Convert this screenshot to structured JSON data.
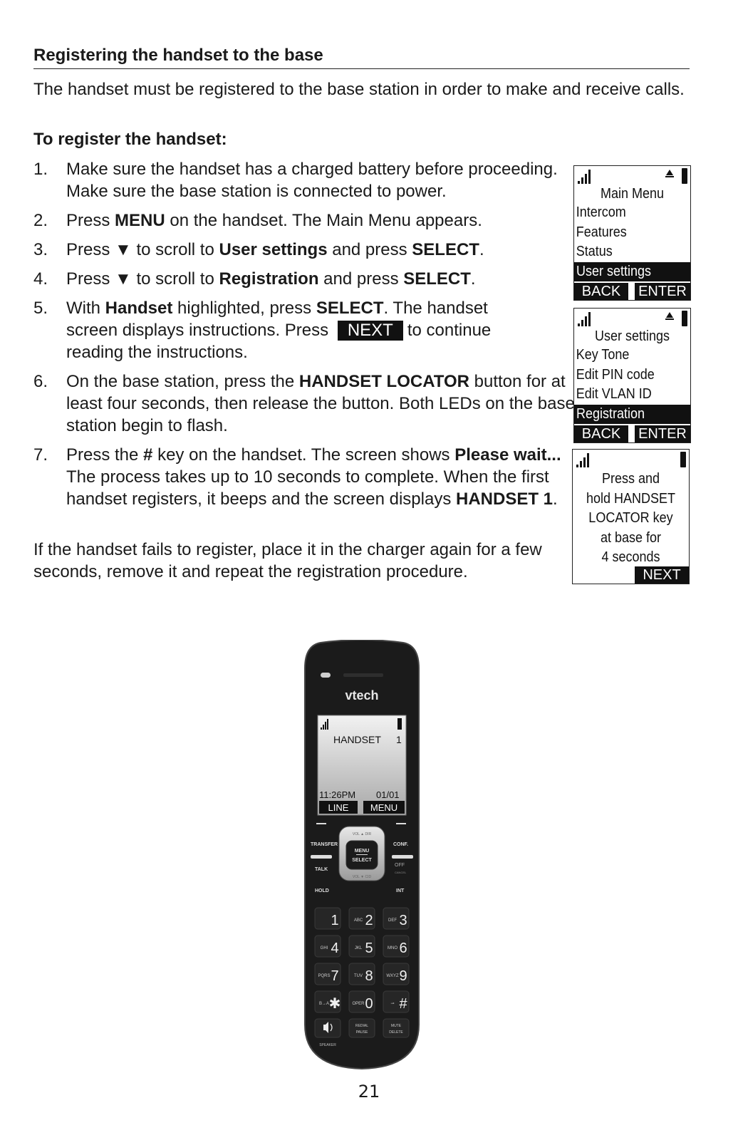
{
  "heading": "Registering the handset to the base",
  "intro": "The handset must be registered to the base station in order to make and receive calls.",
  "subheading": "To register the handset:",
  "steps": {
    "s1": {
      "num": "1.",
      "text": "Make sure the handset has a charged battery before proceeding. Make sure the base station is connected to power."
    },
    "s2": {
      "num": "2.",
      "a": "Press ",
      "b": "MENU",
      "c": " on the handset. The Main Menu appears."
    },
    "s3": {
      "num": "3.",
      "a": "Press ▼ to scroll to ",
      "b": "User settings",
      "c": " and press ",
      "d": "SELECT",
      "e": "."
    },
    "s4": {
      "num": "4.",
      "a": "Press ▼ to scroll to ",
      "b": "Registration",
      "c": " and press ",
      "d": "SELECT",
      "e": "."
    },
    "s5": {
      "num": "5.",
      "a": "With ",
      "b": "Handset",
      "c": " highlighted, press ",
      "d": "SELECT",
      "e": ". The handset screen displays instructions. Press",
      "btn": "NEXT",
      "f": "to continue reading the instructions."
    },
    "s6": {
      "num": "6.",
      "a": "On the base station, press the ",
      "b": "HANDSET LOCATOR",
      "c": " button for at least four seconds, then release the button. Both LEDs on the base station begin to flash."
    },
    "s7": {
      "num": "7.",
      "a": "Press the ",
      "b": "#",
      "c": " key on the handset. The screen shows ",
      "d": "Please wait...",
      "e": " The process takes up to 10 seconds to complete. When the first handset registers, it beeps and the screen displays ",
      "f": "HANDSET 1",
      "g": "."
    }
  },
  "closing": "If the handset fails to register, place it in the charger again for a few seconds, remove it and repeat the registration procedure.",
  "screen1": {
    "title": "Main Menu",
    "items": [
      "Intercom",
      "Features",
      "Status",
      "User settings"
    ],
    "back": "BACK",
    "enter": "ENTER"
  },
  "screen2": {
    "title": "User settings",
    "items": [
      "Key Tone",
      "Edit PIN code",
      "Edit VLAN ID",
      "Registration"
    ],
    "back": "BACK",
    "enter": "ENTER"
  },
  "screen3": {
    "lines": [
      "Press and",
      "hold HANDSET",
      "LOCATOR key",
      "at base for",
      "4 seconds"
    ],
    "next": "NEXT"
  },
  "phone": {
    "brand": "vtech",
    "screen_line": "HANDSET",
    "screen_num": "1",
    "time": "11:26PM",
    "date": "01/01",
    "soft_left": "LINE",
    "soft_right": "MENU",
    "transfer": "TRANSFER",
    "conf": "CONF.",
    "talk": "TALK",
    "off": "OFF",
    "cancel": "CANCEL",
    "hold": "HOLD",
    "int": "INT",
    "menu": "MENU",
    "select": "SELECT",
    "vol_up": "VOL ▲ DIR",
    "vol_down": "VOL ▼ CID",
    "keys": [
      {
        "n": "1",
        "l": ""
      },
      {
        "n": "2",
        "l": "ABC"
      },
      {
        "n": "3",
        "l": "DEF"
      },
      {
        "n": "4",
        "l": "GHI"
      },
      {
        "n": "5",
        "l": "JKL"
      },
      {
        "n": "6",
        "l": "MNO"
      },
      {
        "n": "7",
        "l": "PQRS"
      },
      {
        "n": "8",
        "l": "TUV"
      },
      {
        "n": "9",
        "l": "WXYZ"
      },
      {
        "n": "✱",
        "l": "B→A"
      },
      {
        "n": "0",
        "l": "OPER"
      },
      {
        "n": "#",
        "l": "⊸"
      }
    ],
    "speaker": "SPEAKER",
    "redial": "REDIAL",
    "pause": "PAUSE",
    "mute": "MUTE",
    "delete": "DELETE"
  },
  "page_number": "21"
}
